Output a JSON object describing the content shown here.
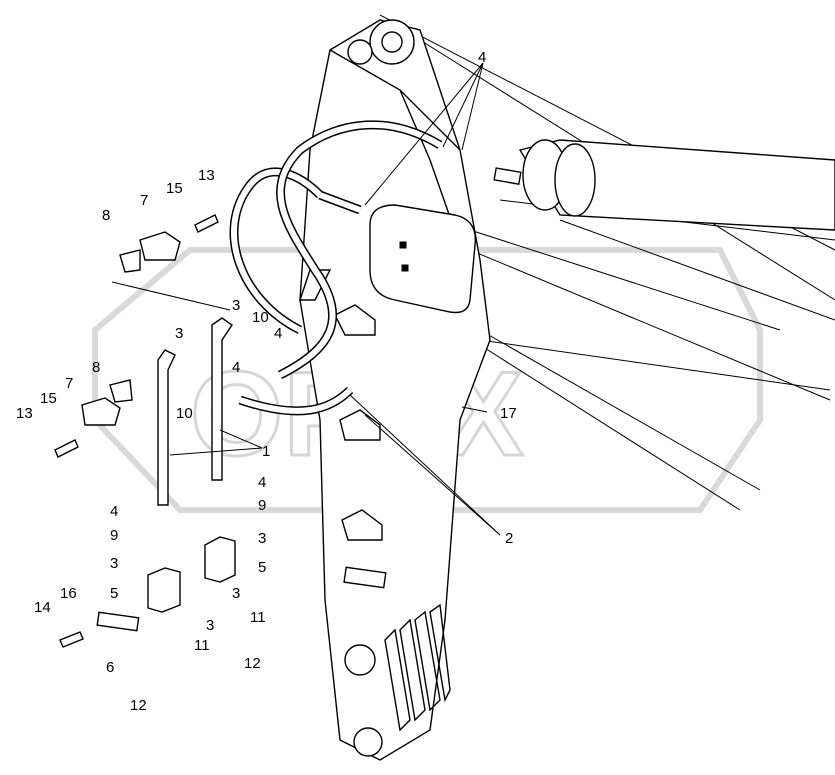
{
  "diagram": {
    "watermark_text": "OPEX",
    "callouts": [
      {
        "text": "4"
      },
      {
        "text": "7"
      },
      {
        "text": "15"
      },
      {
        "text": "13"
      },
      {
        "text": "8"
      },
      {
        "text": "3"
      },
      {
        "text": "10"
      },
      {
        "text": "4"
      },
      {
        "text": "3"
      },
      {
        "text": "8"
      },
      {
        "text": "7"
      },
      {
        "text": "4"
      },
      {
        "text": "15"
      },
      {
        "text": "10"
      },
      {
        "text": "13"
      },
      {
        "text": "1"
      },
      {
        "text": "17"
      },
      {
        "text": "4"
      },
      {
        "text": "9"
      },
      {
        "text": "4"
      },
      {
        "text": "9"
      },
      {
        "text": "3"
      },
      {
        "text": "2"
      },
      {
        "text": "3"
      },
      {
        "text": "5"
      },
      {
        "text": "5"
      },
      {
        "text": "3"
      },
      {
        "text": "16"
      },
      {
        "text": "14"
      },
      {
        "text": "3"
      },
      {
        "text": "11"
      },
      {
        "text": "11"
      },
      {
        "text": "6"
      },
      {
        "text": "12"
      },
      {
        "text": "12"
      }
    ]
  }
}
